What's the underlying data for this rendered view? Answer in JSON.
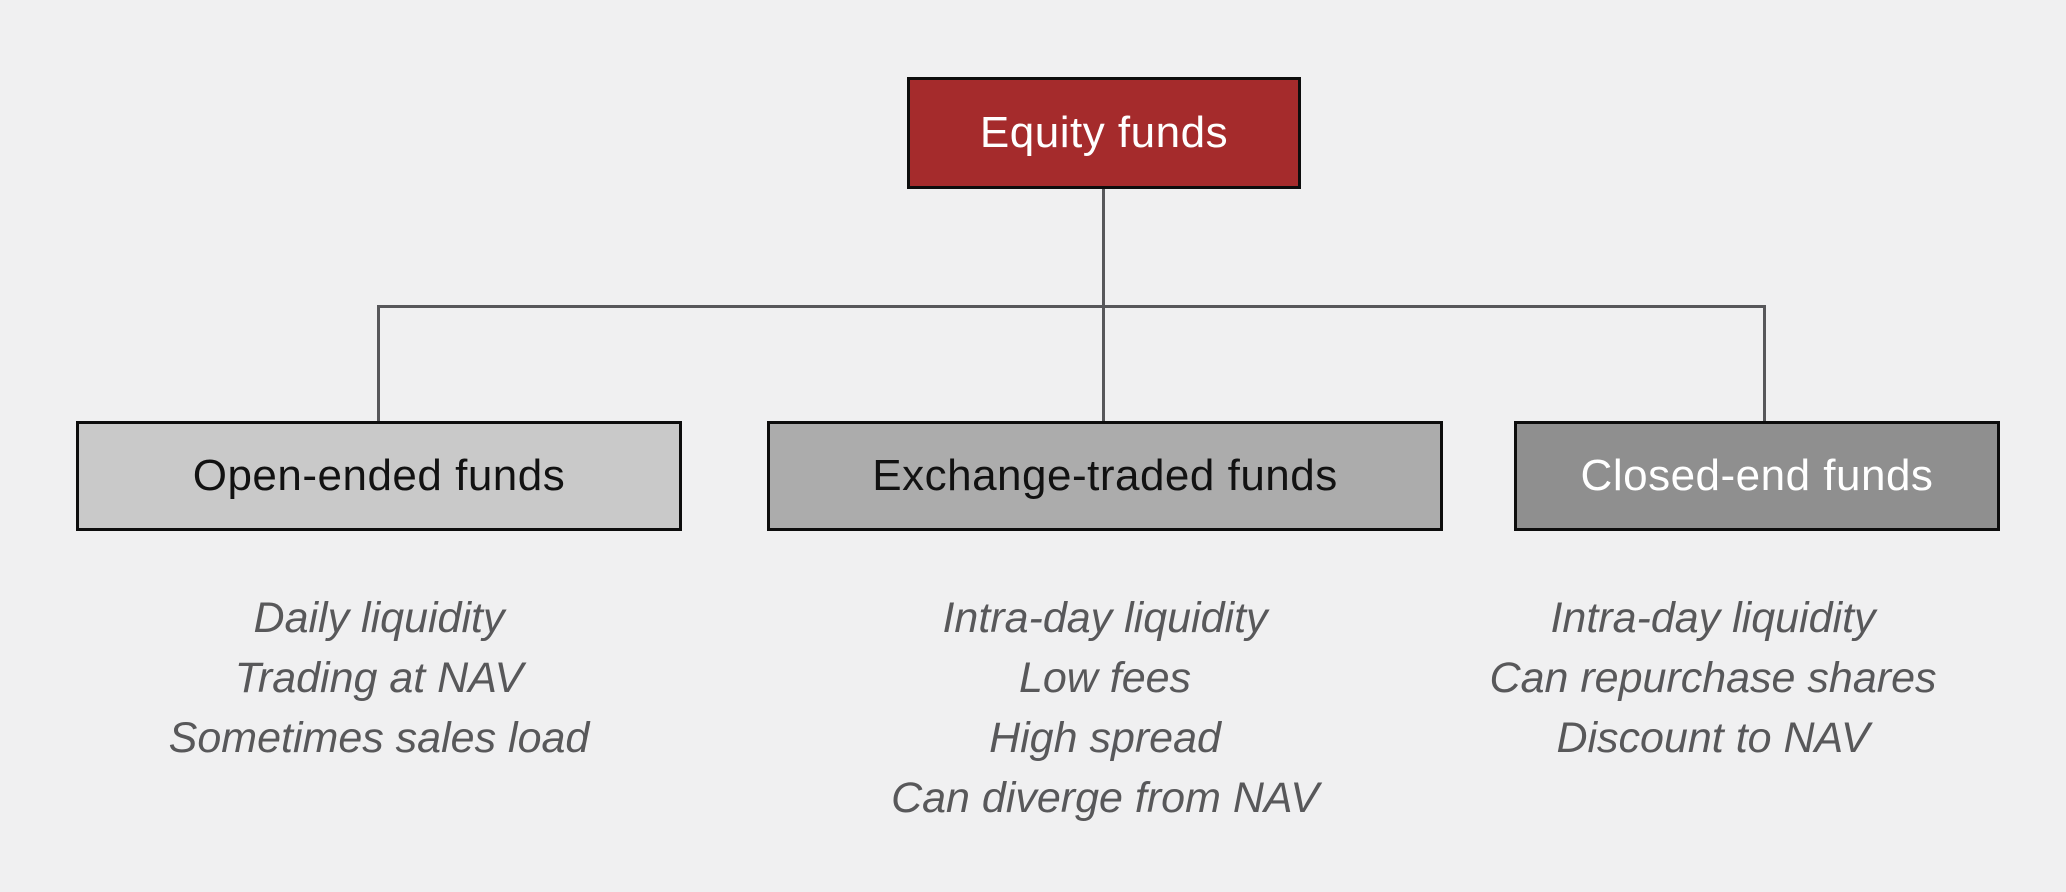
{
  "canvas": {
    "background_color": "#F0F0F1",
    "connector_color": "#57575A",
    "border_color": "#0D0D0D"
  },
  "root": {
    "label": "Equity funds",
    "fill_color": "#A52B2C",
    "text_color": "#FFFFFF"
  },
  "children": [
    {
      "label": "Open-ended funds",
      "fill_color": "#C9C9C9",
      "text_color": "#121212",
      "features": [
        "Daily liquidity",
        "Trading at NAV",
        "Sometimes sales load"
      ]
    },
    {
      "label": "Exchange-traded funds",
      "fill_color": "#ACACAC",
      "text_color": "#121212",
      "features": [
        "Intra-day liquidity",
        "Low fees",
        "High spread",
        "Can diverge from NAV"
      ]
    },
    {
      "label": "Closed-end funds",
      "fill_color": "#8F8F8F",
      "text_color": "#FFFFFF",
      "features": [
        "Intra-day liquidity",
        "Can repurchase shares",
        "Discount to NAV"
      ]
    }
  ]
}
